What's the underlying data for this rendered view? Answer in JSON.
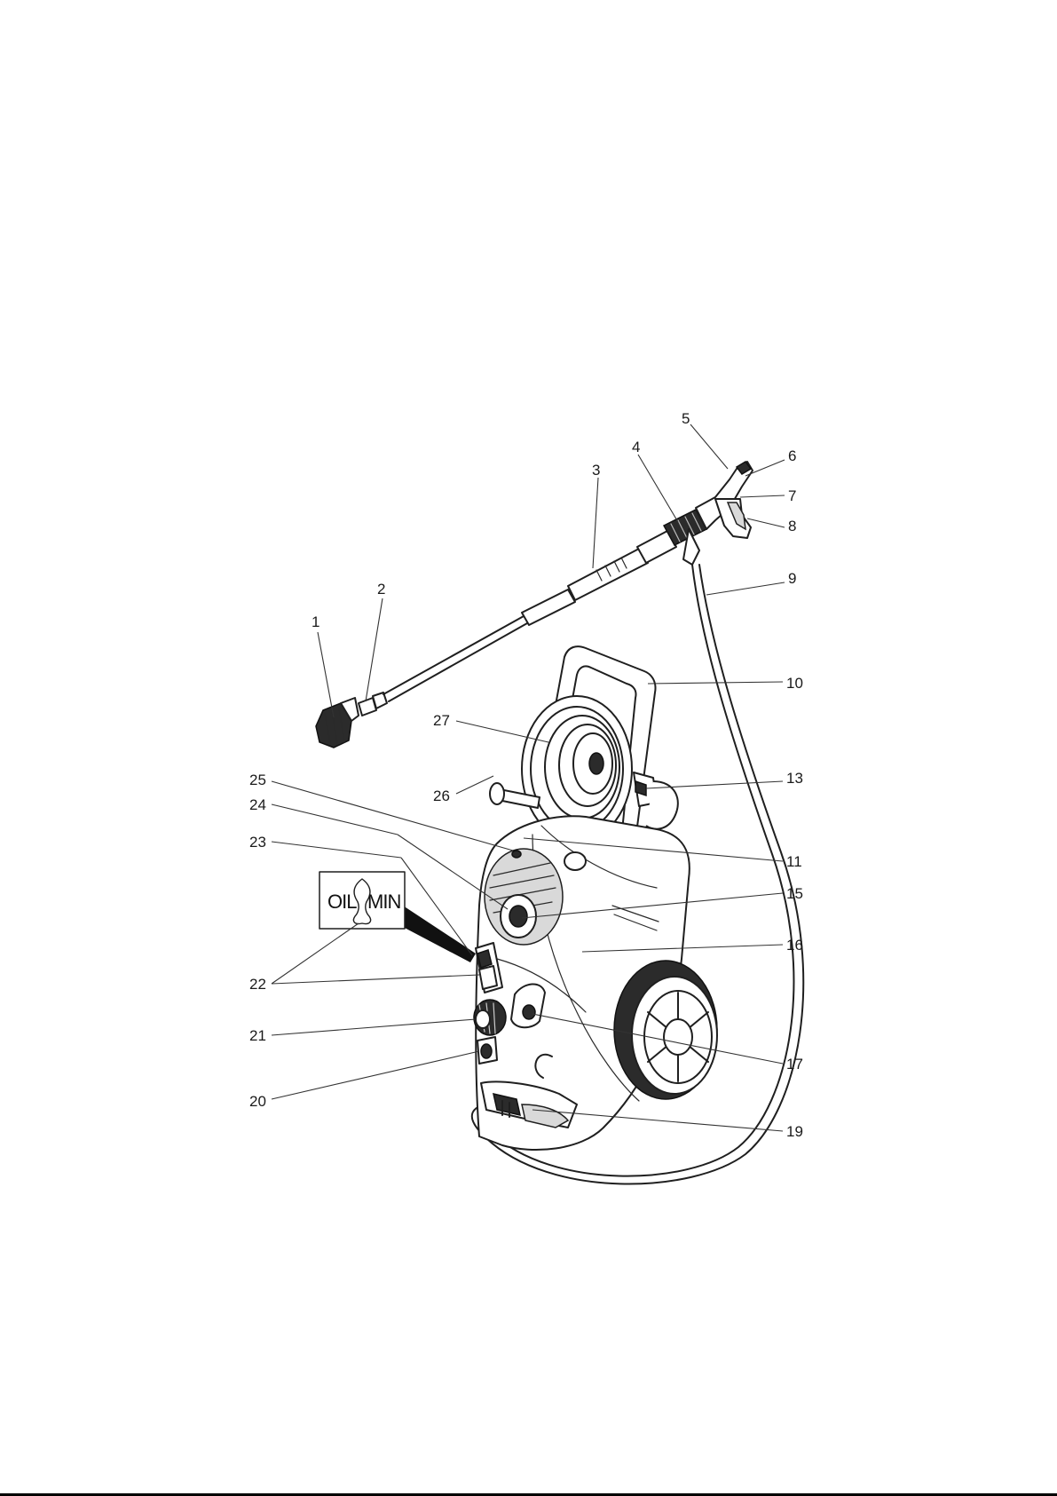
{
  "figure": {
    "inset_label": {
      "left_text": "OIL",
      "right_text": "MIN"
    },
    "callouts": [
      {
        "id": "c1",
        "label": "1"
      },
      {
        "id": "c2",
        "label": "2"
      },
      {
        "id": "c3",
        "label": "3"
      },
      {
        "id": "c4",
        "label": "4"
      },
      {
        "id": "c5",
        "label": "5"
      },
      {
        "id": "c6",
        "label": "6"
      },
      {
        "id": "c7",
        "label": "7"
      },
      {
        "id": "c8",
        "label": "8"
      },
      {
        "id": "c9",
        "label": "9"
      },
      {
        "id": "c10",
        "label": "10"
      },
      {
        "id": "c11",
        "label": "11"
      },
      {
        "id": "c13",
        "label": "13"
      },
      {
        "id": "c15",
        "label": "15"
      },
      {
        "id": "c16",
        "label": "16"
      },
      {
        "id": "c17",
        "label": "17"
      },
      {
        "id": "c19",
        "label": "19"
      },
      {
        "id": "c20",
        "label": "20"
      },
      {
        "id": "c21",
        "label": "21"
      },
      {
        "id": "c22",
        "label": "22"
      },
      {
        "id": "c23",
        "label": "23"
      },
      {
        "id": "c24",
        "label": "24"
      },
      {
        "id": "c25",
        "label": "25"
      },
      {
        "id": "c26",
        "label": "26"
      },
      {
        "id": "c27",
        "label": "27"
      }
    ]
  }
}
